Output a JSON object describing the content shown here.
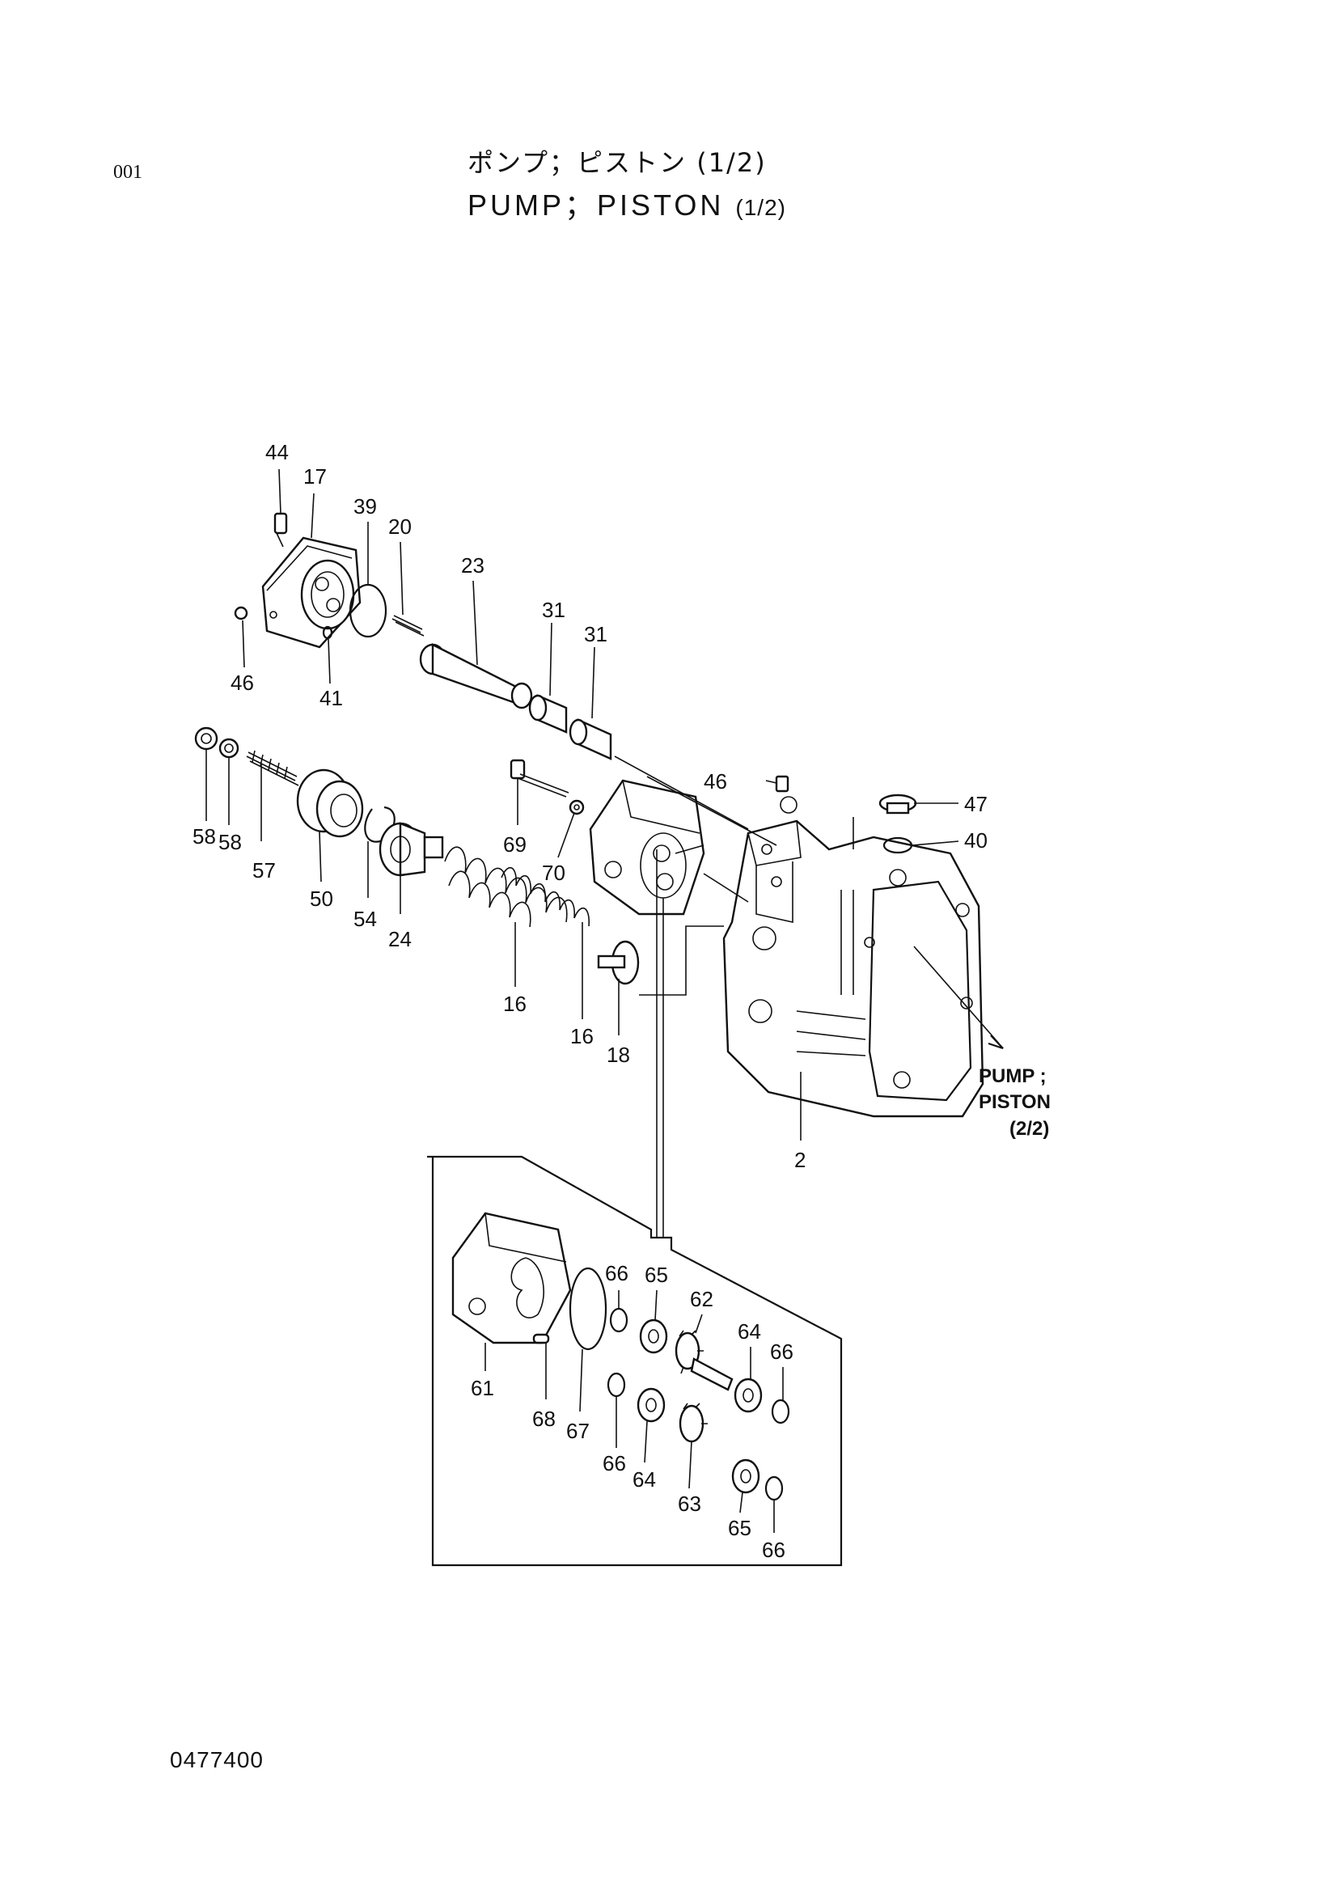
{
  "header": {
    "page_number": "001",
    "title_jp": "ポンプ；ピストン (1/2)",
    "title_en": "PUMP；PISTON",
    "title_en_sub": "(1/2)"
  },
  "footer": {
    "drawing_code": "0477400"
  },
  "cross_reference": {
    "line1": "PUMP ;",
    "line2": "PISTON",
    "line3": "(2/2)"
  },
  "labels": {
    "p44": "44",
    "p17": "17",
    "p39": "39",
    "p20": "20",
    "p23": "23",
    "p31a": "31",
    "p31b": "31",
    "p46a": "46",
    "p41": "41",
    "p58a": "58",
    "p58b": "58",
    "p57": "57",
    "p50": "50",
    "p54": "54",
    "p24": "24",
    "p69": "69",
    "p70": "70",
    "p16a": "16",
    "p16b": "16",
    "p18": "18",
    "p46b": "46",
    "p47": "47",
    "p40": "40",
    "p2": "2",
    "p61": "61",
    "p68": "68",
    "p67": "67",
    "p66a": "66",
    "p65a": "65",
    "p62": "62",
    "p64a": "64",
    "p66b": "66",
    "p66c": "66",
    "p64b": "64",
    "p63": "63",
    "p65b": "65",
    "p66d": "66"
  }
}
